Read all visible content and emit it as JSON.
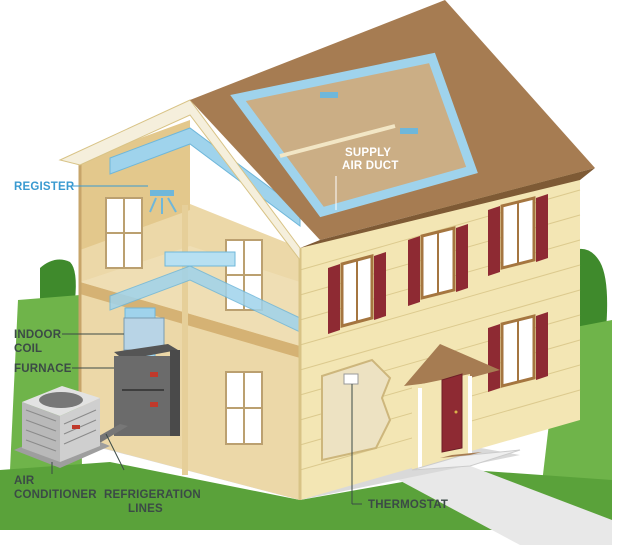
{
  "labels": {
    "register": "REGISTER",
    "supply_air_duct_1": "SUPPLY",
    "supply_air_duct_2": "AIR DUCT",
    "indoor_coil_1": "INDOOR",
    "indoor_coil_2": "COIL",
    "furnace": "FURNACE",
    "air_conditioner_1": "AIR",
    "air_conditioner_2": "CONDITIONER",
    "refrigeration_lines_1": "REFRIGERATION",
    "refrigeration_lines_2": "LINES",
    "thermostat": "THERMOSTAT"
  },
  "colors": {
    "label_blue": "#3a9ad0",
    "label_dark": "#3b4a46",
    "roof": "#a67c52",
    "siding": "#f3e6b4",
    "shutter": "#8e2a33",
    "duct": "#9fd3ec",
    "grass": "#5aa23a"
  }
}
